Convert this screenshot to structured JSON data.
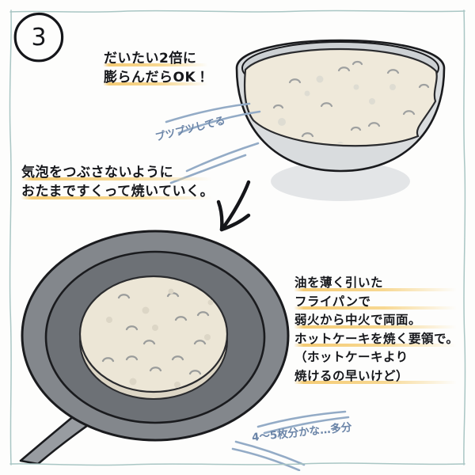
{
  "page": {
    "step_number": "3",
    "border_color": "#a9c6c4",
    "background_color": "#fdfdfc"
  },
  "colors": {
    "ink": "#16171b",
    "highlight": "#f4c96e",
    "blue_note": "#6b85a8",
    "bowl_rim": "#d3d6d8",
    "bowl_body": "#c3c7ca",
    "batter": "#efe9da",
    "pan_rim": "#5e6267",
    "pan_inner": "#7e8287",
    "pan_handle": "#73777c",
    "pancake": "#ece6d6"
  },
  "text_bowl": {
    "lines": [
      {
        "text": "だいたい2倍に",
        "highlight": true
      },
      {
        "text": "膨らんだらOK！",
        "highlight": true
      }
    ]
  },
  "text_ladle": {
    "lines": [
      {
        "text": "気泡をつぶさないように",
        "highlight": true
      },
      {
        "text": "おたまですくって焼いていく。",
        "highlight": true
      }
    ]
  },
  "text_pan": {
    "lines": [
      {
        "text": "油を薄く引いた",
        "highlight": true
      },
      {
        "text": "フライパンで",
        "highlight": true
      },
      {
        "text": "弱火から中火で両面。",
        "highlight": true
      },
      {
        "text": "ホットケーキを焼く要領で。",
        "highlight": true
      },
      {
        "text": "（ホットケーキより",
        "highlight": false
      },
      {
        "text": "焼けるの早いけど）",
        "highlight": true
      }
    ]
  },
  "notes": {
    "bubbling": "プツプツしてる",
    "yield": "4〜5枚分かな…多分"
  },
  "illustrations": {
    "bowl": {
      "name": "mixing-bowl-with-risen-batter",
      "bubble_count": 22
    },
    "pan": {
      "name": "frying-pan-with-pancake",
      "bubble_count": 20
    },
    "arrow": {
      "name": "down-left-arrow",
      "color": "#15161a"
    }
  }
}
